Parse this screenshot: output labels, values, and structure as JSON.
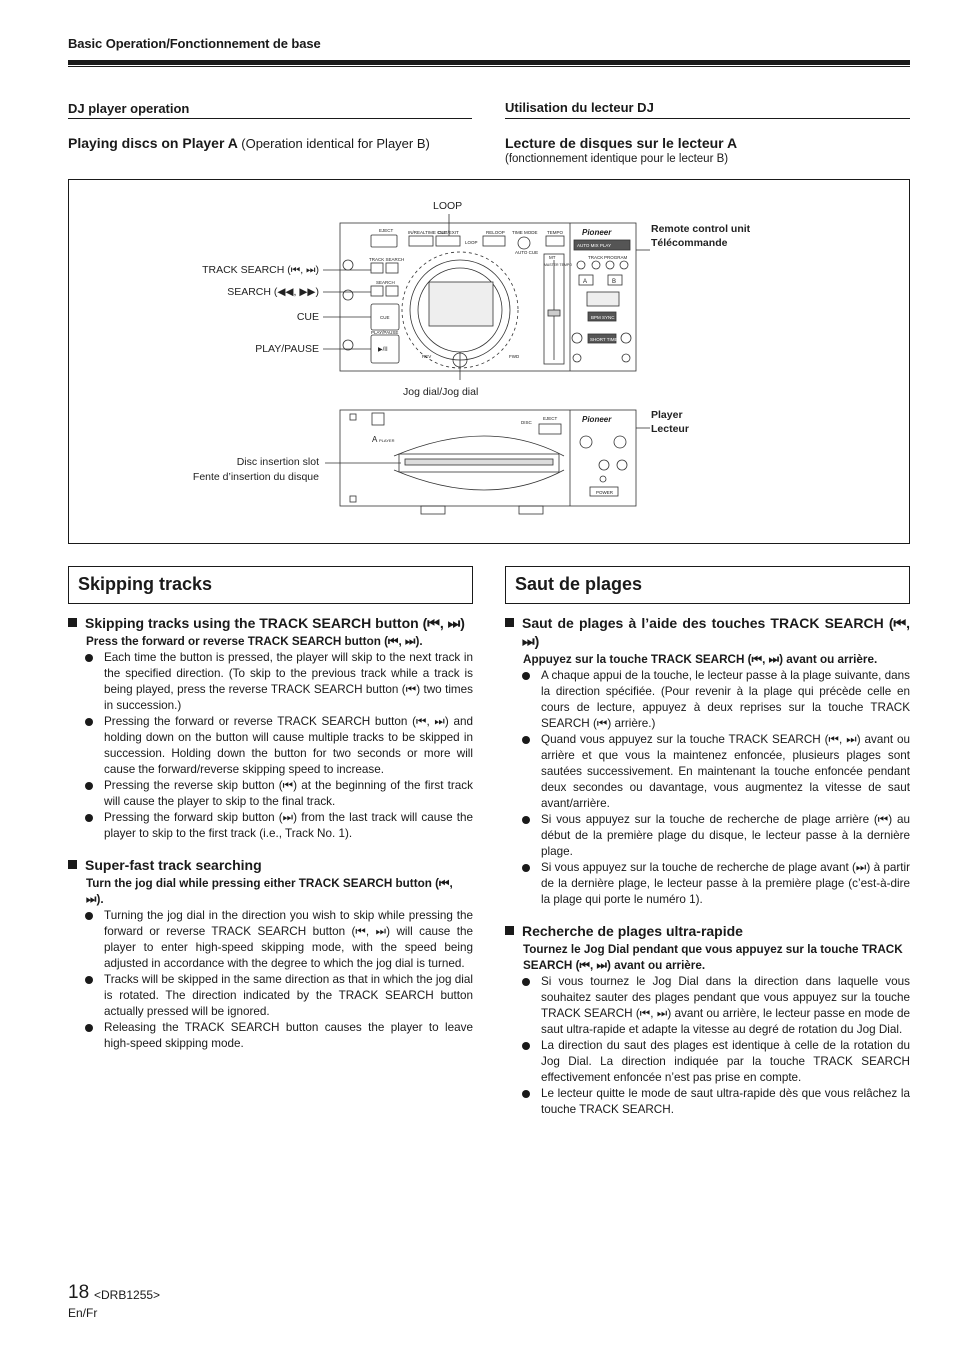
{
  "header": {
    "title": "Basic Operation/Fonctionnement de base"
  },
  "left_top": {
    "subhead": "DJ player operation",
    "play_title": "Playing discs on Player A",
    "play_note": "(Operation identical for Player B)"
  },
  "right_top": {
    "subhead": "Utilisation du lecteur DJ",
    "play_title": "Lecture de disques sur le lecteur A",
    "play_note": "(fonctionnement identique pour le lecteur B)"
  },
  "figure": {
    "labels": {
      "loop": "LOOP",
      "track_search": "TRACK SEARCH (⏮, ⏭)",
      "search": "SEARCH (◀◀, ▶▶)",
      "cue": "CUE",
      "play_pause": "PLAY/PAUSE",
      "jog_dial": "Jog dial/Jog dial",
      "disc_slot_en": "Disc insertion slot",
      "disc_slot_fr": "Fente d’insertion du disque",
      "remote_en": "Remote control unit",
      "remote_fr": "Télécommande",
      "player_en": "Player",
      "player_fr": "Lecteur"
    },
    "device_text": {
      "eject": "EJECT",
      "in_realtime": "IN/REALTIME CUE",
      "out_exit": "OUT/EXIT",
      "reloop": "RELOOP",
      "loop": "LOOP",
      "time_mode": "TIME MODE",
      "auto_cue": "AUTO CUE",
      "tempo": "TEMPO",
      "track_search": "TRACK SEARCH",
      "search": "SEARCH",
      "cue": "CUE",
      "play_pause": "PLAY/PAUSE",
      "play_pause_btn": "▶/II",
      "rev": "REV",
      "fwd": "FWD",
      "mt": "MT",
      "master_tempo": "MASTER TEMPO",
      "brand": "Pioneer",
      "auto_mix_play": "AUTO MIX PLAY",
      "track": "TRACK",
      "program": "PROGRAM",
      "a": "A",
      "b": "B",
      "bpm_sync": "BPM SYNC",
      "short_time": "SHORT TIME",
      "player_a": "A",
      "player_word": "PLAYER",
      "disc": "DISC",
      "power": "POWER"
    }
  },
  "left_section": {
    "title": "Skipping tracks",
    "h1": "Skipping tracks using the TRACK SEARCH button (⏮, ⏭)",
    "instr1": "Press the forward or reverse TRACK SEARCH button (⏮, ⏭).",
    "bullets1": [
      "Each time the button is pressed, the player will skip to the next track in the specified direction. (To skip to the previous track while a track is being played, press the reverse TRACK SEARCH button (⏮) two times in succession.)",
      "Pressing the forward or reverse TRACK SEARCH button (⏮, ⏭) and holding down on the button will cause multiple tracks to be skipped in succession. Holding down the button for two seconds or more will cause the forward/reverse skipping speed to increase.",
      "Pressing the reverse skip button (⏮) at the beginning of the first track will cause the player to skip to the final track.",
      "Pressing the forward skip button (⏭) from the last track will cause the player to skip to the first track (i.e., Track No. 1)."
    ],
    "h2": "Super-fast track searching",
    "instr2": "Turn the jog dial while pressing either TRACK SEARCH button (⏮, ⏭).",
    "bullets2": [
      "Turning the jog dial in the direction you wish to skip while pressing the forward or reverse TRACK SEARCH button (⏮, ⏭) will cause the player to enter high-speed skipping mode, with the speed being adjusted in accordance with the degree to which the jog dial is turned.",
      "Tracks will be skipped in the same direction as that in which the jog dial is rotated. The direction indicated by the TRACK SEARCH button actually pressed will be ignored.",
      "Releasing the TRACK SEARCH button causes the player to leave high-speed skipping mode."
    ]
  },
  "right_section": {
    "title": "Saut de plages",
    "h1": "Saut de plages à l’aide des touches TRACK SEARCH (⏮, ⏭)",
    "instr1": "Appuyez sur la touche TRACK SEARCH (⏮, ⏭) avant ou arrière.",
    "bullets1": [
      "A chaque appui de la touche, le lecteur passe à la plage suivante, dans la direction spécifiée. (Pour revenir à la plage qui précède celle en cours de lecture, appuyez à deux reprises sur la touche TRACK SEARCH (⏮) arrière.)",
      "Quand vous appuyez sur la touche TRACK SEARCH (⏮, ⏭) avant ou arrière et que vous la maintenez enfoncée, plusieurs plages sont sautées successivement. En maintenant la touche enfoncée pendant deux secondes ou davantage, vous augmentez la vitesse de saut avant/arrière.",
      "Si vous appuyez sur la touche de recherche de plage arrière (⏮) au début de la première plage du disque, le lecteur passe à la dernière plage.",
      "Si vous appuyez sur la touche de recherche de plage avant (⏭) à partir de la dernière plage, le lecteur passe à la première plage (c’est-à-dire la plage qui porte le numéro 1)."
    ],
    "h2": "Recherche de plages ultra-rapide",
    "instr2": "Tournez le Jog Dial pendant que vous appuyez sur la touche TRACK SEARCH (⏮, ⏭) avant ou arrière.",
    "bullets2": [
      "Si vous tournez le Jog Dial dans la direction dans laquelle vous souhaitez sauter des plages pendant que vous appuyez sur la touche TRACK SEARCH (⏮, ⏭) avant ou arrière, le lecteur passe en mode de saut ultra-rapide et adapte la vitesse au degré de rotation du Jog Dial.",
      "La direction du saut des plages est identique à celle de la rotation du Jog Dial. La direction indiquée par la touche TRACK SEARCH effectivement enfoncée n’est pas prise en compte.",
      "Le lecteur quitte le mode de saut ultra-rapide dès que vous relâchez la touche TRACK SEARCH."
    ]
  },
  "footer": {
    "page_number": "18",
    "doc_code": "<DRB1255>",
    "lang": "En/Fr"
  }
}
